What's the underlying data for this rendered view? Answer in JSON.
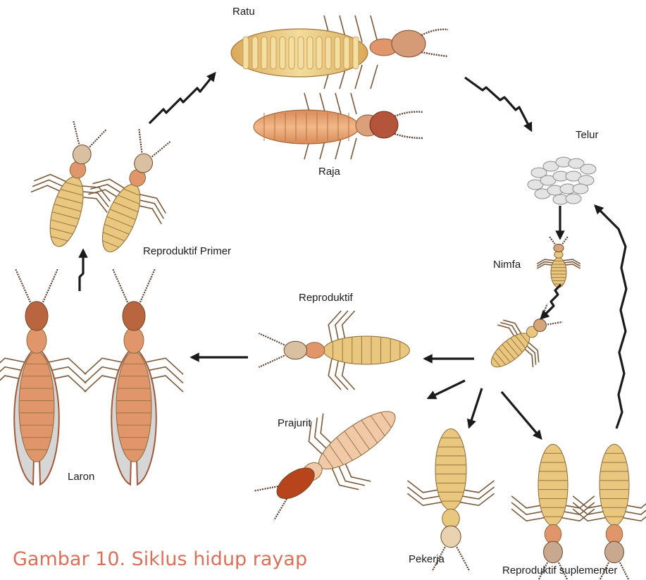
{
  "labels": {
    "ratu": "Ratu",
    "raja": "Raja",
    "telur": "Telur",
    "nimfa": "Nimfa",
    "reproduktif": "Reproduktif",
    "reproduktif_primer": "Reproduktif Primer",
    "laron": "Laron",
    "prajurit": "Prajurit",
    "pekerja": "Pekerja",
    "reproduktif_suplementer": "Reproduktif suplementer"
  },
  "caption": "Gambar 10. Siklus hidup rayap",
  "colors": {
    "caption": "#d9705a",
    "arrow": "#1a1a1a",
    "body_pale": "#e9c77f",
    "body_orange": "#e0966a",
    "head_brown": "#b9653f",
    "soldier_head": "#b8441c",
    "wing": "#d6d6d6"
  }
}
